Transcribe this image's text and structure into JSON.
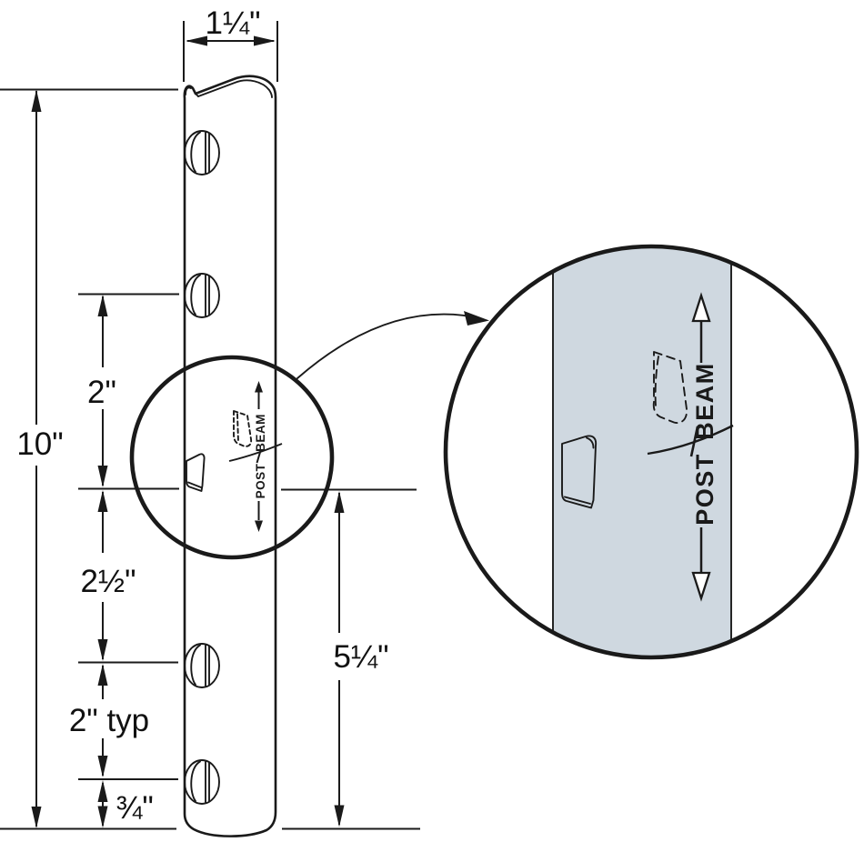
{
  "labels": {
    "width": "1¼\"",
    "height_total": "10\"",
    "gap_top": "2\"",
    "gap_mid": "2½\"",
    "gap_typ": "2\" typ",
    "gap_bottom": "¾\"",
    "span_right": "5¼\""
  },
  "stamp": {
    "post": "POST",
    "beam": "BEAM"
  },
  "colors": {
    "steel": "#cfd8e0",
    "outline": "#1a1a1a",
    "background": "#ffffff"
  }
}
